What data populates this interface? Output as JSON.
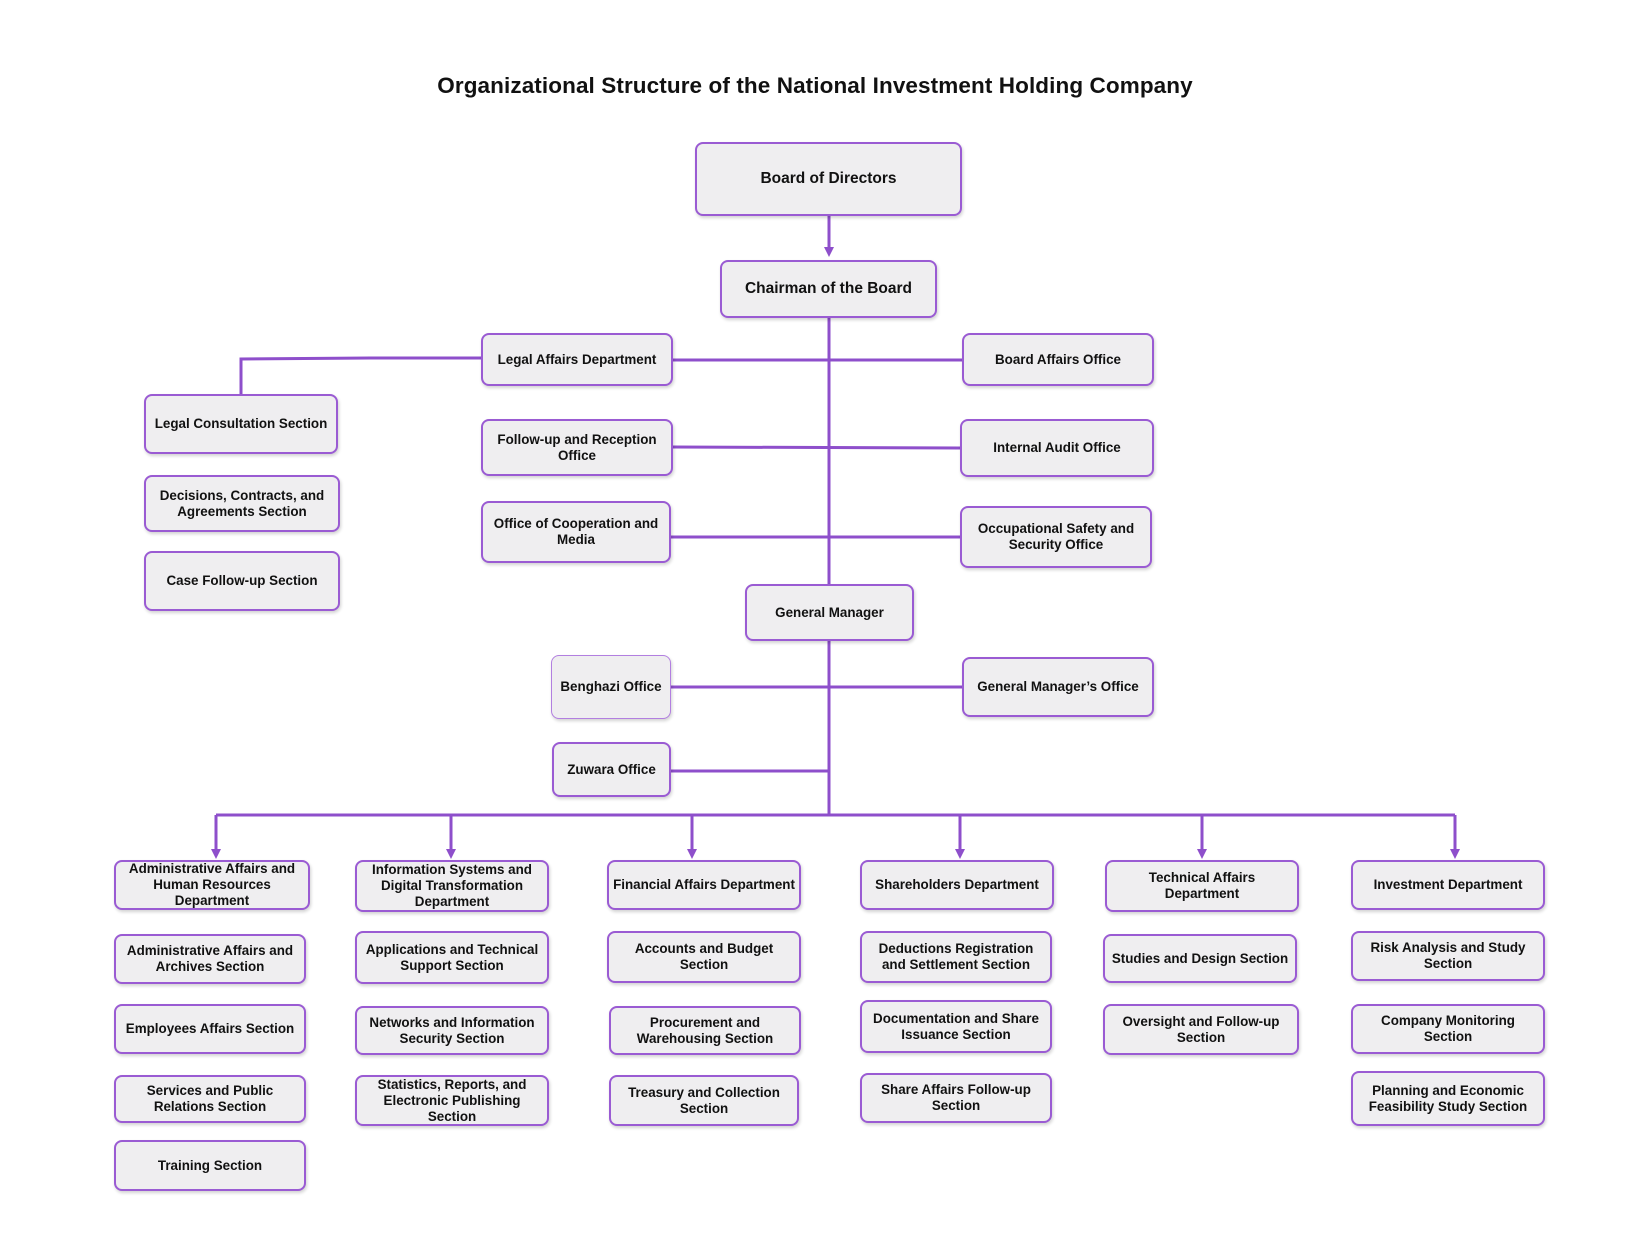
{
  "title": "Organizational Structure of the National Investment Holding Company",
  "colors": {
    "line": "#8e4fcb",
    "box_border": "#9a5bd3",
    "box_fill": "#efeef0"
  },
  "top": {
    "board": "Board of Directors",
    "chairman": "Chairman of the Board",
    "general_manager": "General Manager"
  },
  "chairman_units": {
    "left": [
      "Legal Affairs Department",
      "Follow-up and Reception Office",
      "Office of Cooperation and Media"
    ],
    "right": [
      "Board Affairs Office",
      "Internal Audit Office",
      "Occupational Safety and Security Office"
    ]
  },
  "legal_sections": [
    "Legal Consultation Section",
    "Decisions, Contracts, and Agreements Section",
    "Case Follow-up Section"
  ],
  "gm_units": {
    "left": [
      "Benghazi Office",
      "Zuwara Office"
    ],
    "right": [
      "General Manager’s Office"
    ]
  },
  "departments": [
    {
      "name": "Administrative Affairs and Human Resources Department",
      "sections": [
        "Administrative Affairs and Archives Section",
        "Employees Affairs Section",
        "Services and Public Relations Section",
        "Training Section"
      ]
    },
    {
      "name": "Information Systems and Digital Transformation Department",
      "sections": [
        "Applications and Technical Support Section",
        "Networks and Information Security Section",
        "Statistics, Reports, and Electronic Publishing Section"
      ]
    },
    {
      "name": "Financial Affairs Department",
      "sections": [
        "Accounts and Budget Section",
        "Procurement and Warehousing Section",
        "Treasury and Collection Section"
      ]
    },
    {
      "name": "Shareholders Department",
      "sections": [
        "Deductions Registration and Settlement Section",
        "Documentation and Share Issuance Section",
        "Share Affairs Follow-up Section"
      ]
    },
    {
      "name": "Technical Affairs Department",
      "sections": [
        "Studies and Design Section",
        "Oversight and Follow-up Section"
      ]
    },
    {
      "name": "Investment Department",
      "sections": [
        "Risk Analysis and Study Section",
        "Company Monitoring Section",
        "Planning and Economic Feasibility Study Section"
      ]
    }
  ]
}
